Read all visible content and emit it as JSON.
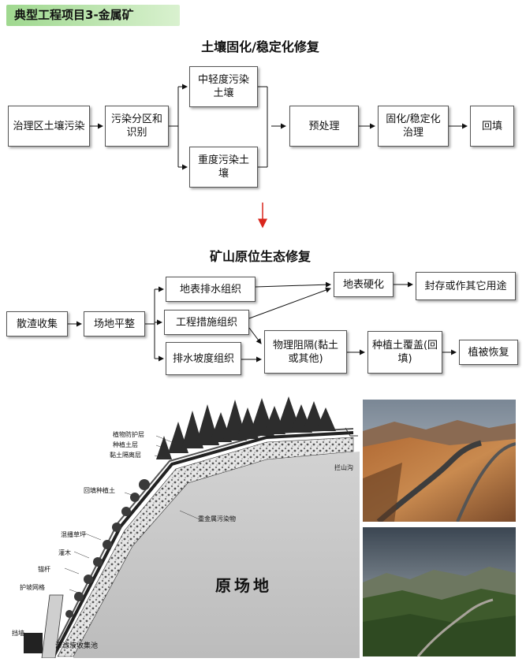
{
  "banner": "典型工程项目3-金属矿",
  "section1": {
    "title": "土壤固化/稳定化修复",
    "boxes": {
      "b1": "治理区土壤污染",
      "b2": "污染分区和识别",
      "b3": "中轻度污染土壤",
      "b4": "重度污染土壤",
      "b5": "预处理",
      "b6": "固化/稳定化治理",
      "b7": "回填"
    }
  },
  "section2": {
    "title": "矿山原位生态修复",
    "boxes": {
      "c1": "散渣收集",
      "c2": "场地平整",
      "c3": "地表排水组织",
      "c4": "工程措施组织",
      "c5": "排水坡度组织",
      "c6": "地表硬化",
      "c7": "封存或作其它用途",
      "c8": "物理阻隔(黏土或其他)",
      "c9": "种植土覆盖(回填)",
      "c10": "植被恢复"
    }
  },
  "cross_section": {
    "labels": {
      "l1": "植物防护层",
      "l2": "种植土层",
      "l3": "黏土隔离层",
      "l4": "拦山沟",
      "l5": "回填种植土",
      "l6": "重金属污染物",
      "l7": "混播草坪",
      "l8": "灌木",
      "l9": "锚杆",
      "l10": "护坡网格",
      "l11": "挡墙",
      "l12": "渗滤液收集池",
      "site": "原场地"
    }
  },
  "colors": {
    "banner_green": "#9fd88f",
    "arrow_red": "#d9261c"
  }
}
